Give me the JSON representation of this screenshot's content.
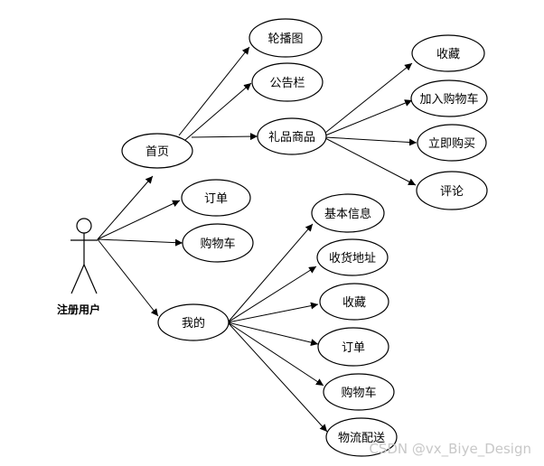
{
  "actor": {
    "label": "注册用户"
  },
  "nodes": {
    "home": "首页",
    "carousel": "轮播图",
    "bulletin": "公告栏",
    "gift_goods": "礼品商品",
    "fav_goods": "收藏",
    "add_cart": "加入购物车",
    "buy_now": "立即购买",
    "comment": "评论",
    "orders": "订单",
    "cart": "购物车",
    "mine": "我的",
    "basic_info": "基本信息",
    "address": "收货地址",
    "fav_mine": "收藏",
    "orders_mine": "订单",
    "cart_mine": "购物车",
    "logistics": "物流配送"
  },
  "watermark": "CSDN @vx_Biye_Design"
}
